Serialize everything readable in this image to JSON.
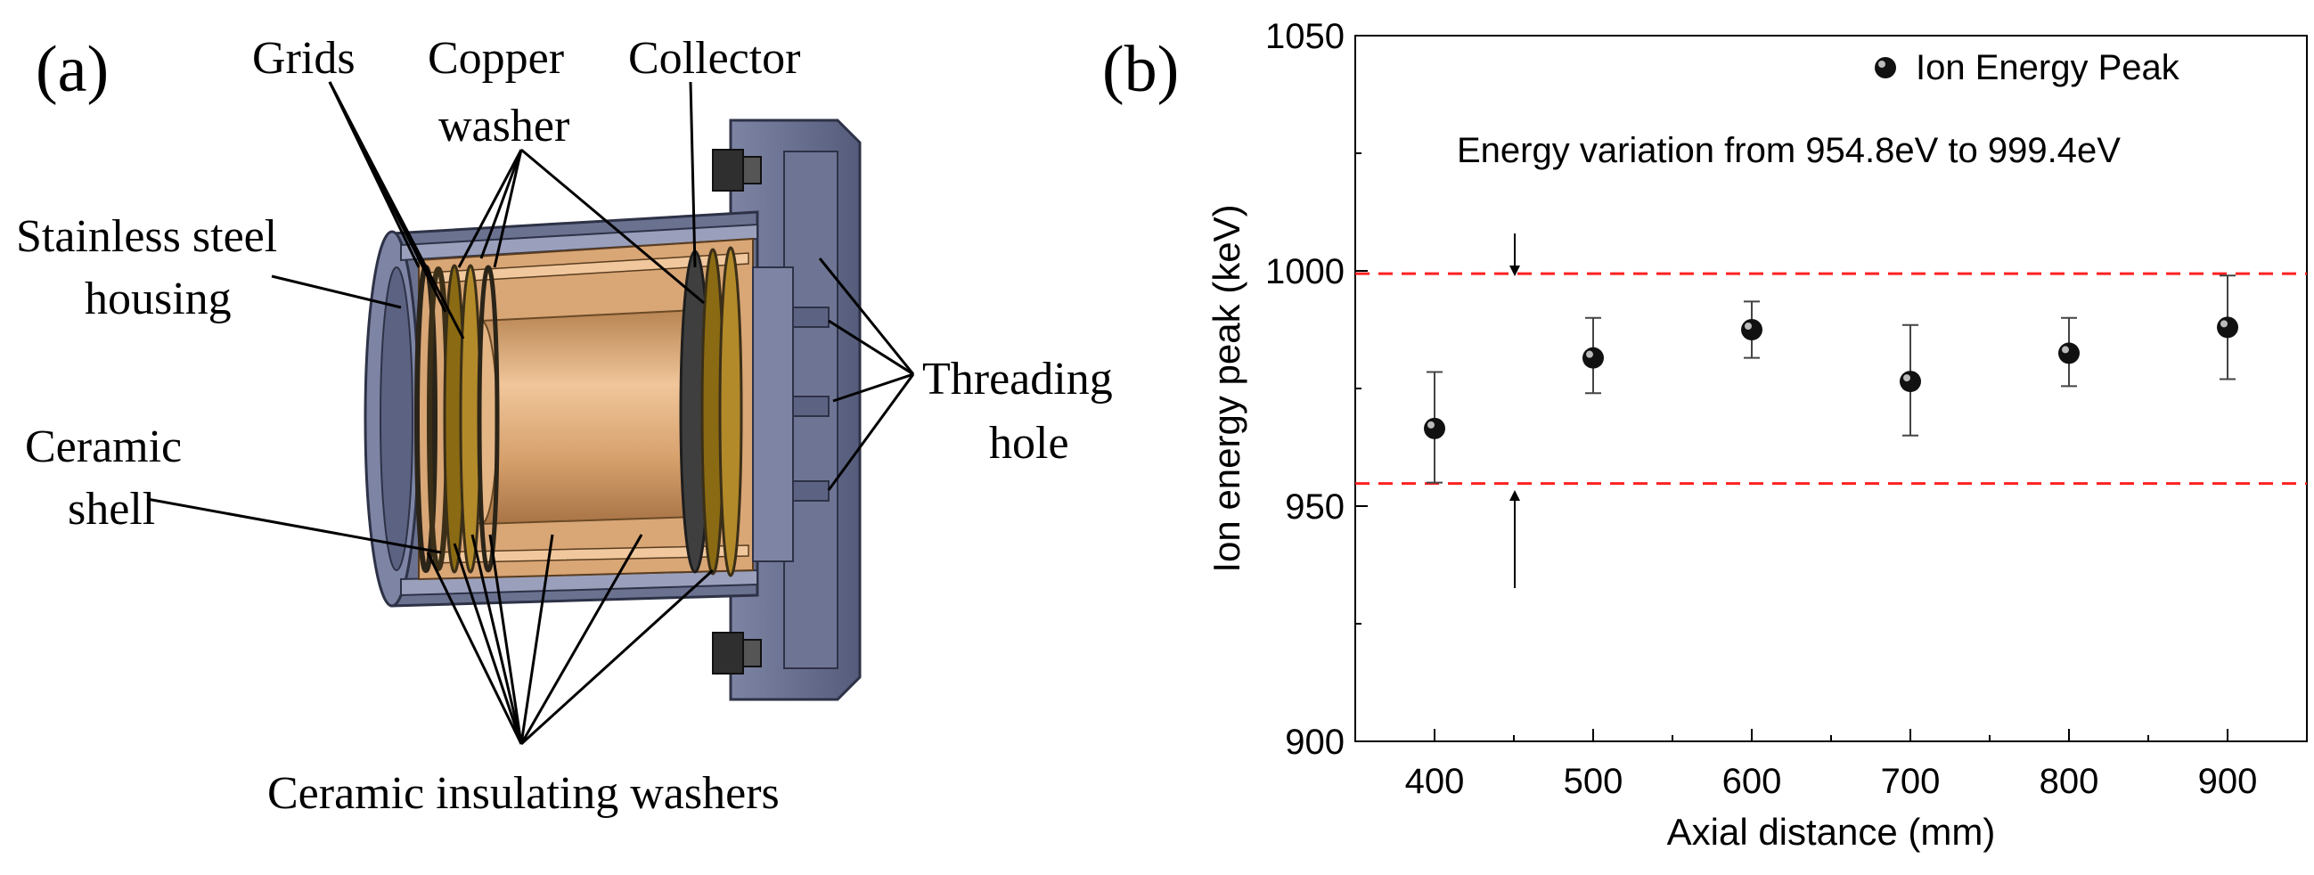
{
  "panel_a": {
    "panel_label": "(a)",
    "labels": {
      "grids": "Grids",
      "copper_washer_line1": "Copper",
      "copper_washer_line2": "washer",
      "collector": "Collector",
      "housing_line1": "Stainless steel",
      "housing_line2": "housing",
      "threading_line1": "Threading",
      "threading_line2": "hole",
      "ceramic_shell_line1": "Ceramic",
      "ceramic_shell_line2": "shell",
      "insulating_washers": "Ceramic insulating washers"
    },
    "colors": {
      "housing": "#6a7290",
      "housing_dark": "#4b5270",
      "copper": "#c9925e",
      "copper_light": "#e7bb8c",
      "ring": "#8a6a12"
    }
  },
  "panel_b": {
    "panel_label": "(b)",
    "annotation": "Energy variation from 954.8eV to 999.4eV"
  },
  "chart_data": {
    "type": "scatter",
    "xlabel": "Axial distance (mm)",
    "ylabel": "Ion energy peak (keV)",
    "xlim": [
      350,
      950
    ],
    "ylim": [
      900,
      1050
    ],
    "xticks": [
      400,
      500,
      600,
      700,
      800,
      900
    ],
    "yticks": [
      900,
      950,
      1000,
      1050
    ],
    "grid": false,
    "legend_position": "top-right",
    "series": [
      {
        "name": "Ion Energy Peak",
        "x": [
          400,
          500,
          600,
          700,
          800,
          900
        ],
        "y": [
          966.5,
          981.5,
          987.5,
          976.5,
          982.5,
          988.0
        ],
        "err_low": [
          955.0,
          974.0,
          981.5,
          965.0,
          975.5,
          977.0
        ],
        "err_high": [
          978.5,
          990.0,
          993.5,
          988.5,
          990.0,
          999.0
        ]
      }
    ],
    "reference_lines": [
      {
        "y": 954.8,
        "color": "#ff2020",
        "style": "dashed"
      },
      {
        "y": 999.4,
        "color": "#ff2020",
        "style": "dashed"
      }
    ]
  }
}
